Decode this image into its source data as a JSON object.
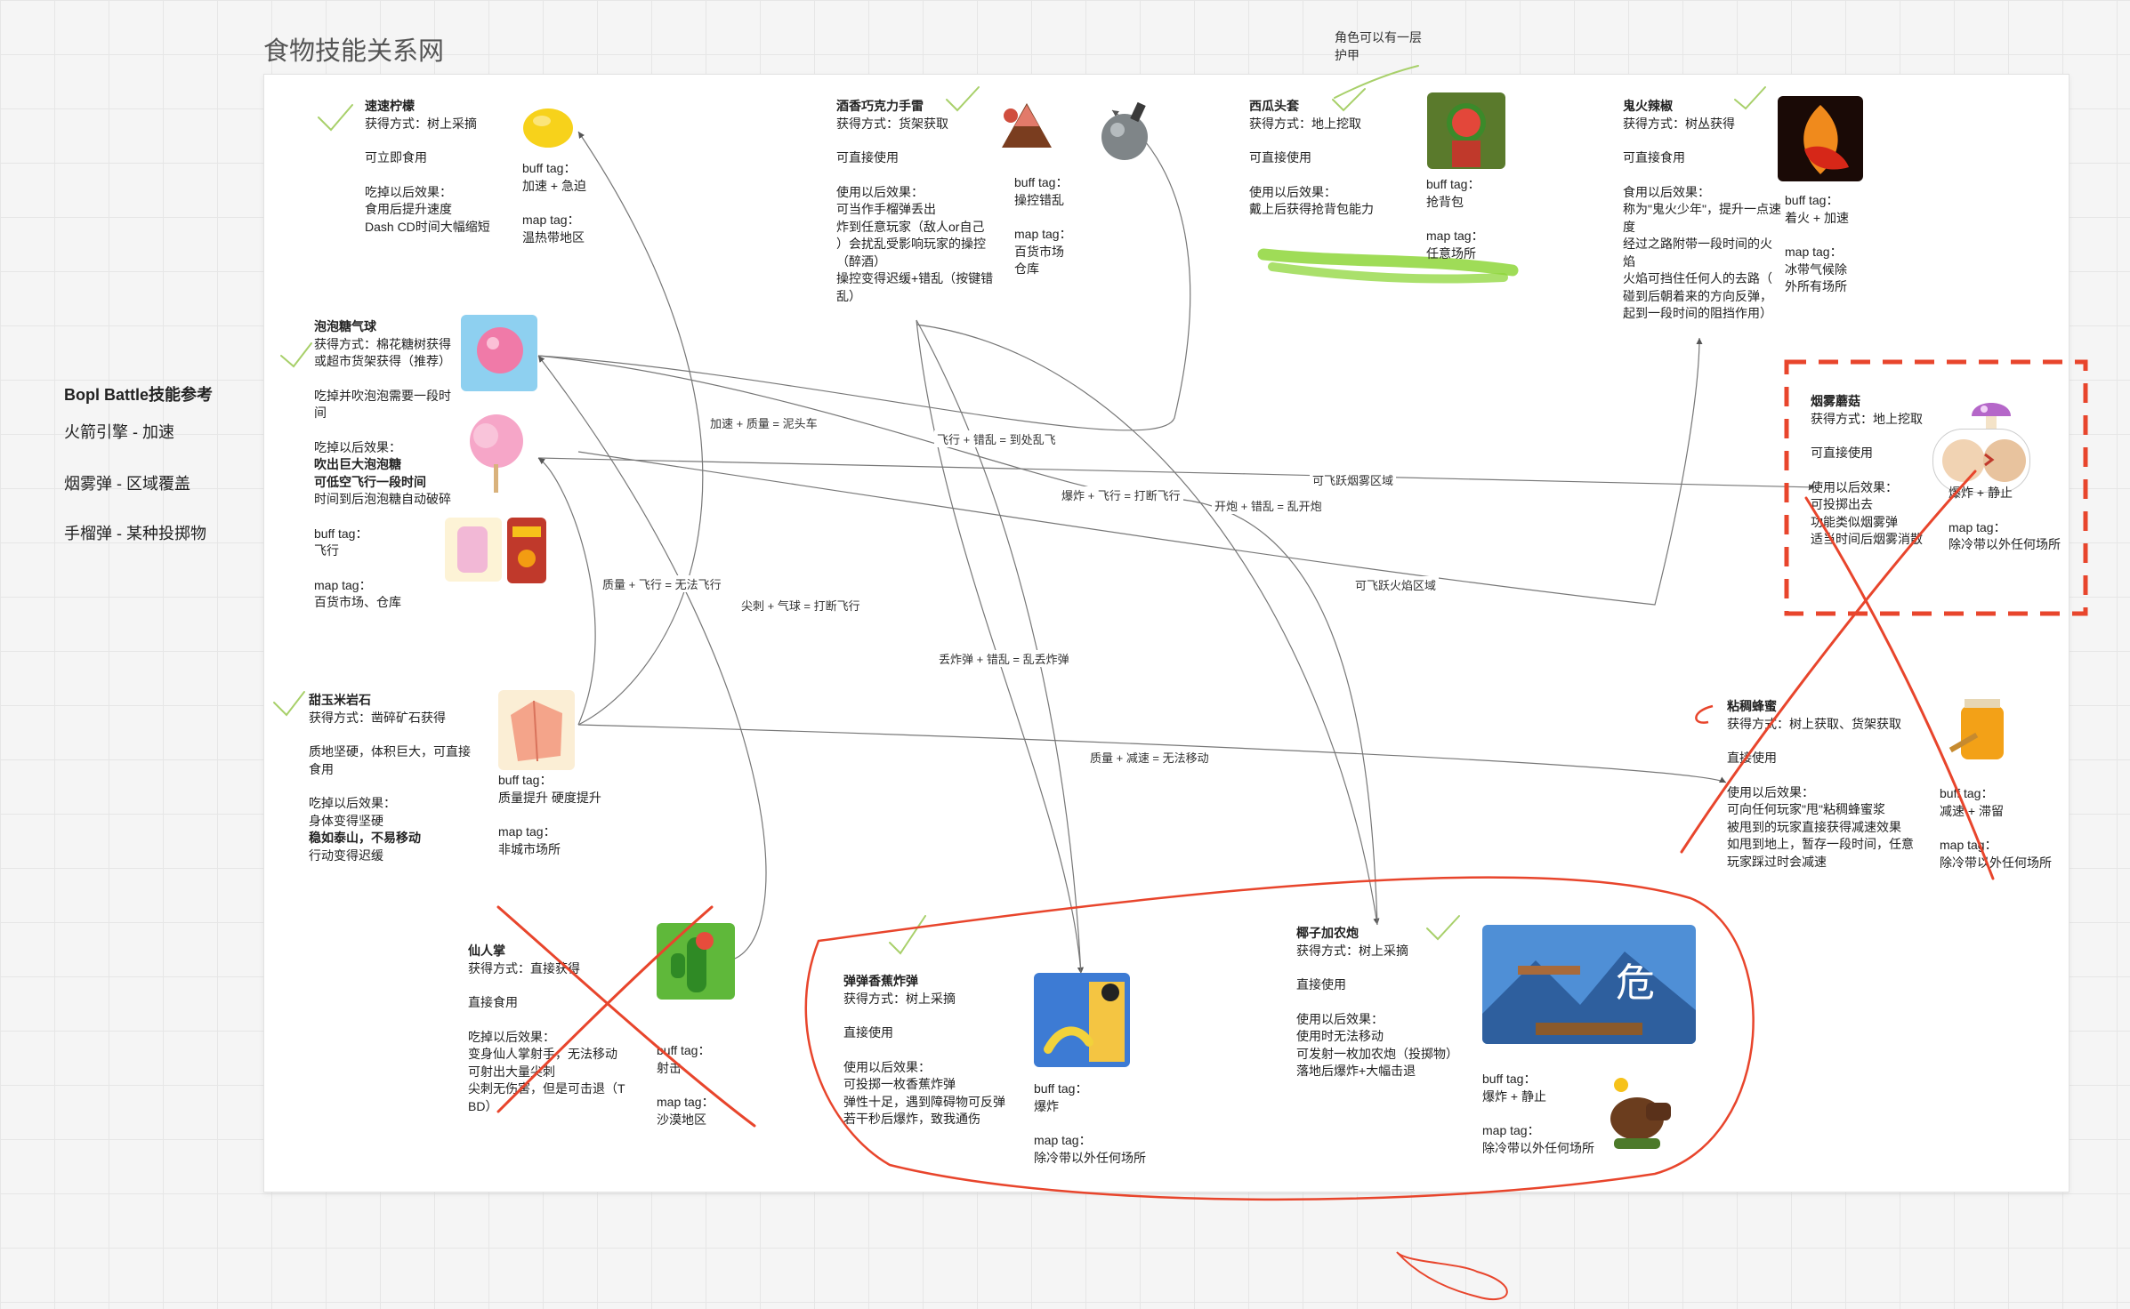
{
  "page_title": "食物技能关系网",
  "reference": {
    "title": "Bopl Battle技能参考",
    "items": [
      "火箭引擎 - 加速",
      "烟雾弹 - 区域覆盖",
      "手榴弹 - 某种投掷物"
    ]
  },
  "top_note": [
    "角色可以有一层",
    "护甲"
  ],
  "nodes": {
    "lemon": {
      "name": "速速柠檬",
      "lines": [
        "获得方式：树上采摘",
        "",
        "可立即食用",
        "",
        "吃掉以后效果：",
        "食用后提升速度",
        "Dash CD时间大幅缩短"
      ],
      "buff_label": "buff tag：",
      "buff": "加速 + 急迫",
      "map_label": "map tag：",
      "map": "温热带地区"
    },
    "liqueur": {
      "name": "酒香巧克力手雷",
      "lines": [
        "获得方式：货架获取",
        "",
        "可直接使用",
        "",
        "使用以后效果：",
        "可当作手榴弹丢出",
        "炸到任意玩家（敌人or自己",
        "）会扰乱受影响玩家的操控",
        "（醉酒）",
        "操控变得迟缓+错乱（按键错",
        "乱）"
      ],
      "buff_label": "buff tag：",
      "buff": "操控错乱",
      "map_label": "map tag：",
      "map": "百货市场",
      "map2": "仓库"
    },
    "watermelon": {
      "name": "西瓜头套",
      "lines": [
        "获得方式：地上挖取",
        "",
        "可直接使用",
        "",
        "使用以后效果：",
        "戴上后获得抢背包能力"
      ],
      "buff_label": "buff tag：",
      "buff": "抢背包",
      "map_label": "map tag：",
      "map": "任意场所"
    },
    "pepper": {
      "name": "鬼火辣椒",
      "lines": [
        "获得方式：树丛获得",
        "",
        "可直接食用",
        "",
        "食用以后效果：",
        "称为\"鬼火少年\"，提升一点速",
        "度",
        "经过之路附带一段时间的火",
        "焰",
        "火焰可挡住任何人的去路（",
        "碰到后朝着来的方向反弹，",
        "起到一段时间的阻挡作用）"
      ],
      "buff_label": "buff tag：",
      "buff": "着火 + 加速",
      "map_label": "map tag：",
      "map": "冰带气候除",
      "map2": "外所有场所"
    },
    "gum": {
      "name": "泡泡糖气球",
      "lines": [
        "获得方式：棉花糖树获得",
        "或超市货架获得（推荐）",
        "",
        "吃掉并吹泡泡需要一段时",
        "间",
        "",
        "吃掉以后效果：",
        "吹出巨大泡泡糖",
        "可低空飞行一段时间",
        "时间到后泡泡糖自动破碎",
        "",
        "buff tag：",
        "飞行",
        "",
        "map tag：",
        "百货市场、仓库"
      ]
    },
    "mushroom": {
      "name": "烟雾蘑菇",
      "lines": [
        "获得方式：地上挖取",
        "",
        "可直接使用",
        "",
        "使用以后效果：",
        "可投掷出去",
        "功能类似烟雾弹",
        "适当时间后烟雾消散"
      ],
      "buff": "爆炸 + 静止",
      "map_label": "map tag：",
      "map": "除冷带以外任何场所"
    },
    "corn": {
      "name": "甜玉米岩石",
      "lines": [
        "获得方式：凿碎矿石获得",
        "",
        "质地坚硬，体积巨大，可直接",
        "食用",
        "",
        "吃掉以后效果：",
        "身体变得坚硬",
        "稳如泰山，不易移动",
        "行动变得迟缓"
      ],
      "buff_label": "buff tag：",
      "buff": "质量提升 硬度提升",
      "map_label": "map tag：",
      "map": "非城市场所"
    },
    "honey": {
      "name": "粘稠蜂蜜",
      "lines": [
        "获得方式：树上获取、货架获取",
        "",
        "直接使用",
        "",
        "使用以后效果：",
        "可向任何玩家\"甩\"粘稠蜂蜜浆",
        "被甩到的玩家直接获得减速效果",
        "如甩到地上，暂存一段时间，任意",
        "玩家踩过时会减速"
      ],
      "buff_label": "buff tag：",
      "buff": "减速 + 滞留",
      "map_label": "map tag：",
      "map": "除冷带以外任何场所"
    },
    "cactus": {
      "name": "仙人掌",
      "lines": [
        "获得方式：直接获得",
        "",
        "直接食用",
        "",
        "吃掉以后效果：",
        "变身仙人掌射手，无法移动",
        "可射出大量尖刺",
        "尖刺无伤害，但是可击退（T",
        "BD）"
      ],
      "buff_label": "buff tag：",
      "buff": "射击",
      "map_label": "map tag：",
      "map": "沙漠地区"
    },
    "banana": {
      "name": "弹弹香蕉炸弹",
      "lines": [
        "获得方式：树上采摘",
        "",
        "直接使用",
        "",
        "使用以后效果：",
        "可投掷一枚香蕉炸弹",
        "弹性十足，遇到障碍物可反弹",
        "若干秒后爆炸，致我通伤"
      ],
      "buff_label": "buff tag：",
      "buff": "爆炸",
      "map_label": "map tag：",
      "map": "除冷带以外任何场所"
    },
    "coconut": {
      "name": "椰子加农炮",
      "lines": [
        "获得方式：树上采摘",
        "",
        "直接使用",
        "",
        "使用以后效果：",
        "使用时无法移动",
        "可发射一枚加农炮（投掷物）",
        "落地后爆炸+大幅击退"
      ],
      "buff_label": "buff tag：",
      "buff": "爆炸 + 静止",
      "map_label": "map tag：",
      "map": "除冷带以外任何场所"
    }
  },
  "edges": {
    "e1": "加速 + 质量 = 泥头车",
    "e2": "飞行 + 错乱 = 到处乱飞",
    "e3": "可飞跃烟雾区域",
    "e4": "爆炸 + 飞行 = 打断飞行",
    "e5": "开炮 + 错乱 = 乱开炮",
    "e6": "质量 + 飞行 = 无法飞行",
    "e7": "尖刺 + 气球 = 打断飞行",
    "e8": "可飞跃火焰区域",
    "e9": "丢炸弹 + 错乱 = 乱丢炸弹",
    "e10": "质量 + 减速 = 无法移动"
  },
  "colors": {
    "accent_red": "#e8452c",
    "check_green": "#9ccc4a",
    "highlight_green": "#8ed63a"
  }
}
